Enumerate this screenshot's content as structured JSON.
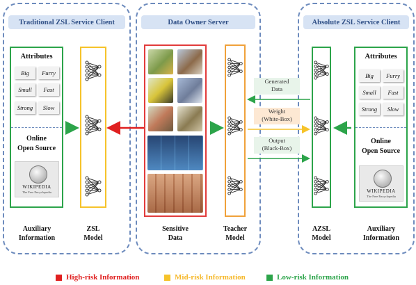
{
  "panels": {
    "left_title": "Traditional ZSL Service Client",
    "center_title": "Data Owner Server",
    "right_title": "Absolute ZSL Service Client"
  },
  "auxiliary": {
    "attributes_title": "Attributes",
    "chips": [
      "Big",
      "Furry",
      "Small",
      "Fast",
      "Strong",
      "Slow"
    ],
    "online": "Online\nOpen Source",
    "wiki_name": "WIKIPEDIA",
    "wiki_sub": "The Free Encyclopedia"
  },
  "labels": {
    "aux_left": "Auxiliary\nInformation",
    "zsl_model": "ZSL\nModel",
    "sensitive": "Sensitive\nData",
    "teacher": "Teacher\nModel",
    "azsl_model": "AZSL\nModel",
    "aux_right": "Auxiliary\nInformation"
  },
  "flows": {
    "generated": "Generated\nData",
    "weight": "Weight\n(White-Box)",
    "output": "Output\n(Black-Box)"
  },
  "legend": {
    "high": "High-risk Information",
    "mid": "Mid-risk Information",
    "low": "Low-risk Information"
  },
  "colors": {
    "high": "#e02020",
    "mid": "#f6c32a",
    "low": "#2ca44a",
    "panel_border": "#6d8bbd"
  }
}
